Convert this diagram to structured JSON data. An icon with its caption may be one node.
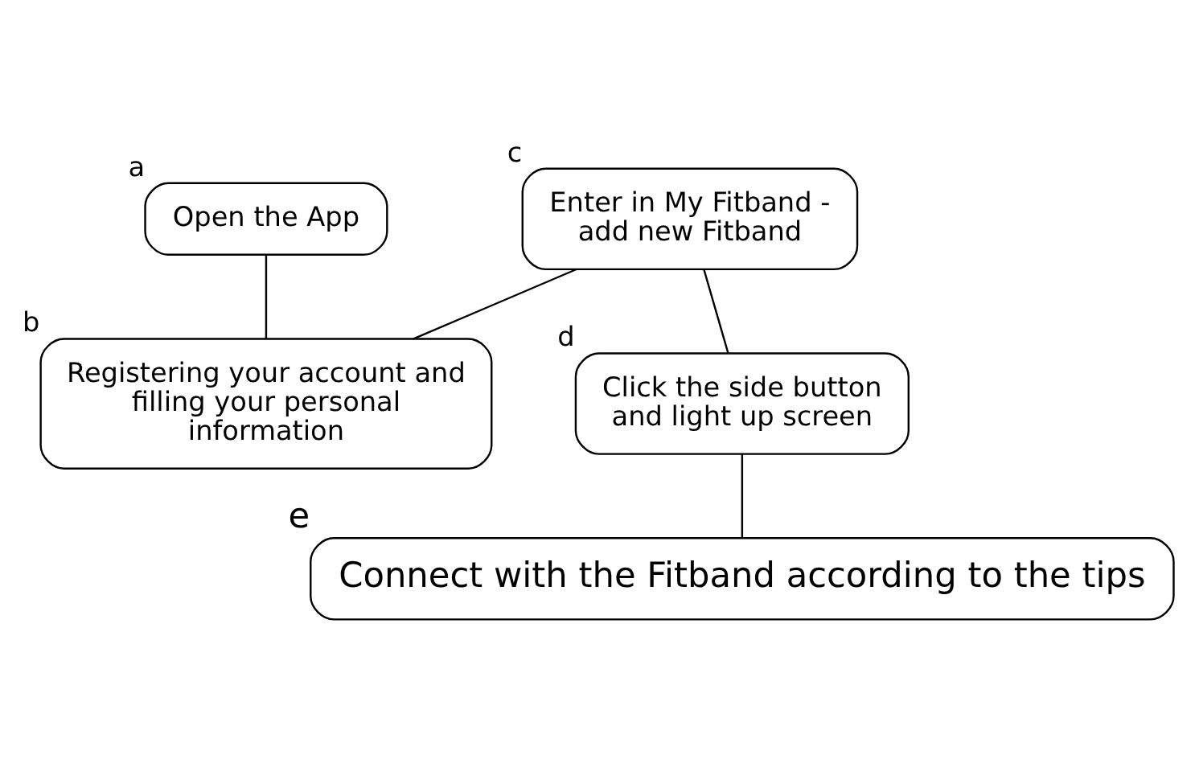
{
  "diagram": {
    "nodes": [
      {
        "text": [
          "Open the App"
        ],
        "beside": [
          "a"
        ]
      },
      {
        "text": [
          "Enter in My Fitband - add new Fitband"
        ],
        "beside": [
          "c"
        ]
      },
      {
        "text": [
          "Registering your account and filling your personal information"
        ],
        "beside": [
          "b"
        ]
      },
      {
        "text": [
          "Click the side button and light up screen"
        ],
        "beside": [
          "d"
        ]
      },
      {
        "text": [
          "Connect with the Fitband according to the tips"
        ],
        "beside": [
          "e"
        ]
      }
    ],
    "edges": [
      {
        "from": 0,
        "to": 2,
        "arrow": "none"
      },
      {
        "from": 1,
        "to": 2,
        "arrow": "none"
      },
      {
        "from": 1,
        "to": 3,
        "arrow": "none"
      },
      {
        "from": 3,
        "to": 4,
        "arrow": "none"
      }
    ]
  }
}
